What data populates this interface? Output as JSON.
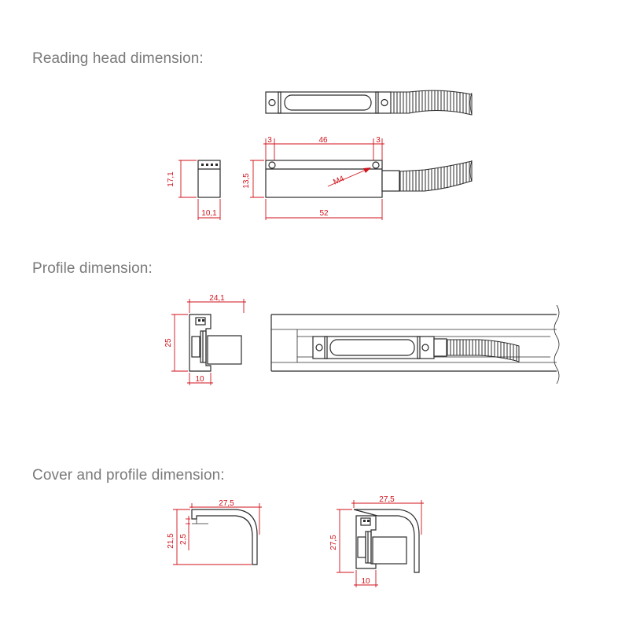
{
  "sections": {
    "reading_head": {
      "heading": "Reading head dimension:"
    },
    "profile": {
      "heading": "Profile dimension:"
    },
    "cover_profile": {
      "heading": "Cover and profile dimension:"
    }
  },
  "dimensions": {
    "head_side_height": "17,1",
    "head_side_width": "10,1",
    "head_hole_offset_left": "3",
    "head_hole_spacing": "46",
    "head_hole_offset_right": "3",
    "head_height": "13,5",
    "head_thread": "M4",
    "head_length": "52",
    "profile_width": "24,1",
    "profile_height": "25",
    "profile_foot": "10",
    "cover_width_1": "27,5",
    "cover_height_1": "21,5",
    "cover_lip": "2,5",
    "cover_width_2": "27,5",
    "cover_height_2": "27,5",
    "cover_foot_2": "10"
  },
  "colors": {
    "dimension": "#d0121b",
    "outline": "#2b2b2b",
    "heading": "#7a7a7a"
  }
}
